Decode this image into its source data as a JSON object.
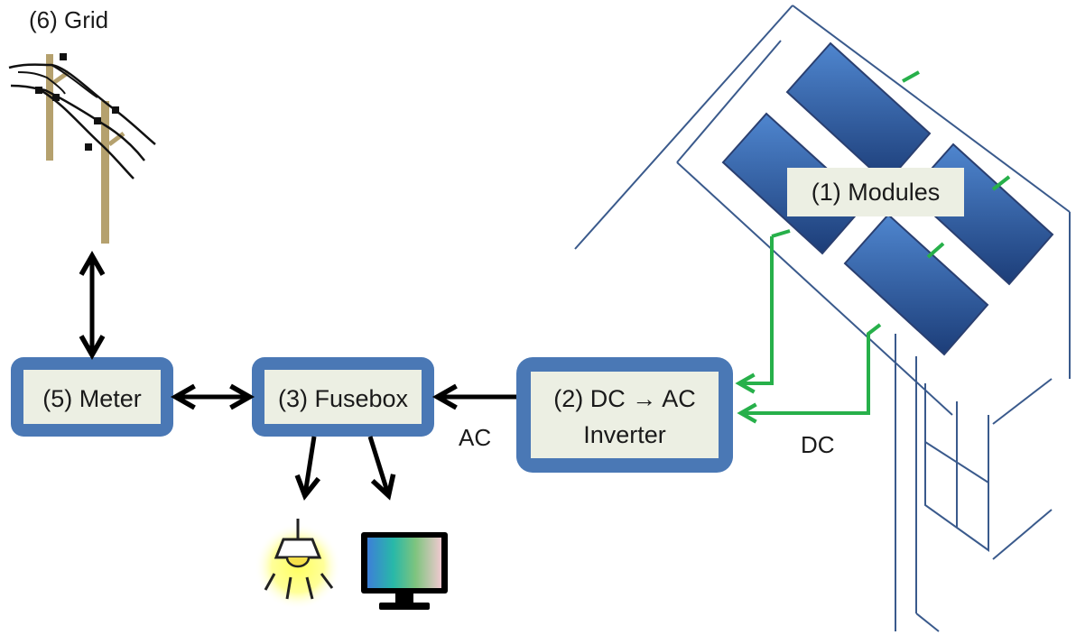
{
  "labels": {
    "grid": "(6) Grid",
    "modules": "(1) Modules",
    "inverter_line1": "(2) DC → AC",
    "inverter_line2": "Inverter",
    "fusebox": "(3) Fusebox",
    "meter": "(5) Meter",
    "ac": "AC",
    "dc": "DC"
  },
  "colors": {
    "box_border": "#4a78b5",
    "box_fill": "#ecefe3",
    "dc_wire": "#27b04a",
    "panel_top": "#4f86cf",
    "panel_bottom": "#1c3d78",
    "house_line": "#3a5a8c",
    "pole": "#b5a16e",
    "arrow": "#000000",
    "lamp_glow": "#ffff80"
  },
  "icons": [
    "utility-pole-icon",
    "solar-panel-icon",
    "house-icon",
    "light-bulb-icon",
    "monitor-icon"
  ]
}
